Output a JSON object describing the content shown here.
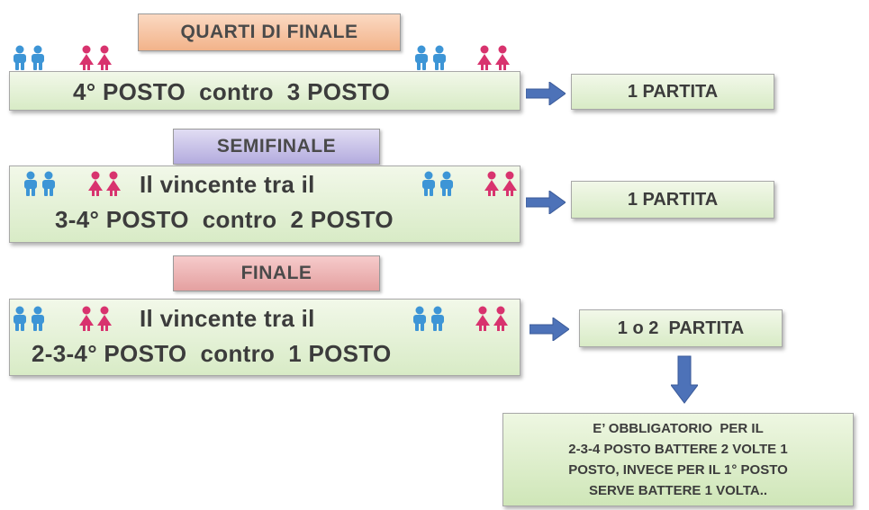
{
  "stages": {
    "quarti": {
      "label": "QUARTI DI FINALE",
      "line1": "4° POSTO  contro  3 POSTO",
      "result": "1 PARTITA"
    },
    "semifinale": {
      "label": "SEMIFINALE",
      "line1": "Il vincente tra il",
      "line2": "3-4° POSTO  contro  2 POSTO",
      "result": "1 PARTITA"
    },
    "finale": {
      "label": "FINALE",
      "line1": "Il vincente tra il",
      "line2": "2-3-4° POSTO  contro  1 POSTO",
      "result": "1 o 2  PARTITA"
    }
  },
  "note": {
    "lines": [
      "E’ OBBLIGATORIO  PER IL",
      "2-3-4 POSTO BATTERE 2 VOLTE 1",
      "POSTO, INVECE PER IL 1° POSTO",
      "SERVE BATTERE 1 VOLTA.."
    ]
  },
  "icons": {
    "blue_pair": "male-pair-icon",
    "pink_pair": "female-pair-icon"
  },
  "colors": {
    "blue_people": "#3d95d6",
    "pink_people": "#d8336e",
    "arrow": "#4d72b8",
    "quarti_label": "#f2b38a",
    "semifinale_label": "#b3abde",
    "finale_label": "#e4a0a0",
    "box_green": "#d8ebc6"
  }
}
